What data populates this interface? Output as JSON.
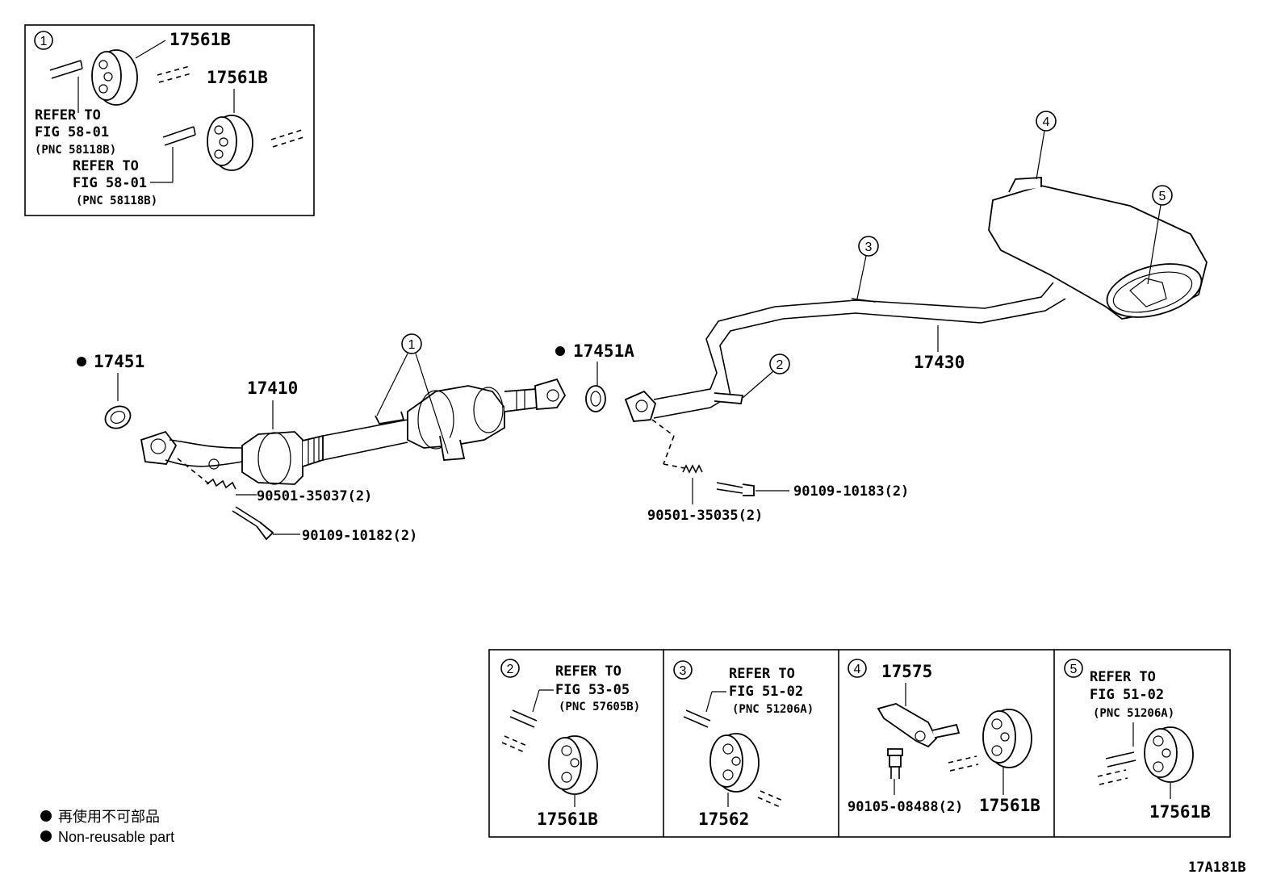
{
  "inset_top_left": {
    "callout": "1",
    "part_upper": "17561B",
    "part_lower": "17561B",
    "ref1": [
      "REFER TO",
      "FIG 58-01",
      "(PNC 58118B)"
    ],
    "ref2": [
      "REFER TO",
      "FIG 58-01",
      "(PNC 58118B)"
    ]
  },
  "main": {
    "gasket_front": "17451",
    "gasket_mid": "17451A",
    "front_pipe": "17410",
    "tail_pipe": "17430",
    "spring_front": "90501-35037(2)",
    "bolt_front": "90109-10182(2)",
    "spring_mid": "90501-35035(2)",
    "bolt_mid": "90109-10183(2)",
    "callouts": [
      "1",
      "2",
      "3",
      "4",
      "5"
    ]
  },
  "insets_bottom": [
    {
      "callout": "2",
      "ref": [
        "REFER TO",
        "FIG 53-05",
        "(PNC 57605B)"
      ],
      "part": "17561B"
    },
    {
      "callout": "3",
      "ref": [
        "REFER TO",
        "FIG 51-02",
        "(PNC 51206A)"
      ],
      "part": "17562"
    },
    {
      "callout": "4",
      "part_top": "17575",
      "bolt": "90105-08488(2)",
      "part": "17561B"
    },
    {
      "callout": "5",
      "ref": [
        "REFER TO",
        "FIG 51-02",
        "(PNC 51206A)"
      ],
      "part": "17561B"
    }
  ],
  "legend": {
    "line1": "再使用不可部品",
    "line2": "Non-reusable part"
  },
  "figure_id": "17A181B"
}
